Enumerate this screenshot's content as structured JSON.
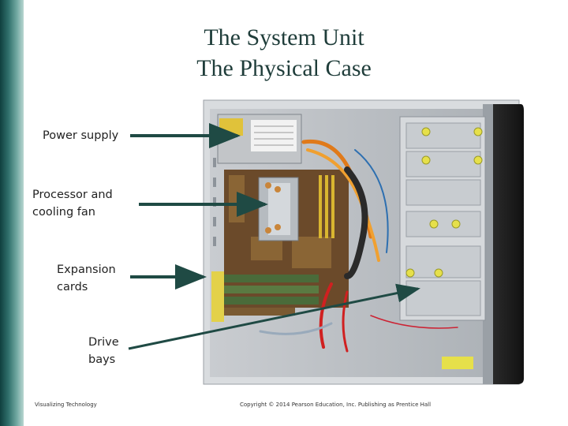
{
  "slide": {
    "title_line1": "The System Unit",
    "title_line2": "The Physical Case"
  },
  "callouts": {
    "power_supply": "Power supply",
    "processor_line1": "Processor and",
    "processor_line2": "cooling fan",
    "expansion_line1": "Expansion",
    "expansion_line2": "cards",
    "drive_line1": "Drive",
    "drive_line2": "bays"
  },
  "footer": {
    "left": "Visualizing Technology",
    "right": "Copyright © 2014 Pearson Education, Inc. Publishing as Prentice Hall"
  },
  "colors": {
    "accent": "#1f4f4a",
    "arrow": "#1f4a44"
  }
}
